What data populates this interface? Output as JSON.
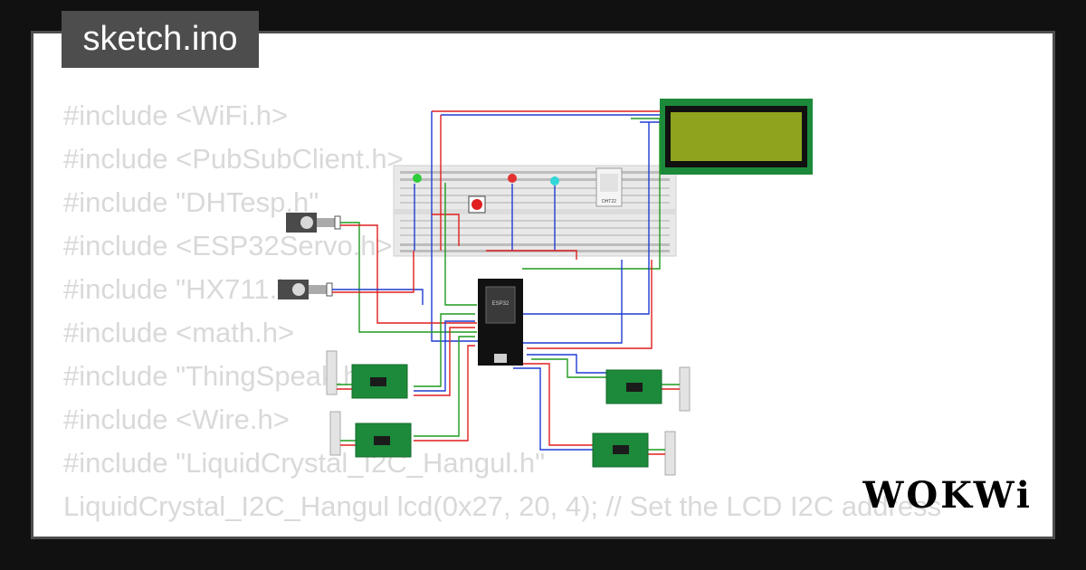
{
  "file_tab": {
    "label": "sketch.ino"
  },
  "code_lines": [
    "#include <WiFi.h>",
    "#include <PubSubClient.h>",
    "#include \"DHTesp.h\"",
    "#include <ESP32Servo.h>",
    "#include \"HX711.h\"",
    "#include <math.h>",
    "#include \"ThingSpeak.h\"",
    "#include <Wire.h>",
    "#include \"LiquidCrystal_I2C_Hangul.h\"",
    "",
    "LiquidCrystal_I2C_Hangul lcd(0x27, 20, 4); // Set the LCD I2C address"
  ],
  "circuit": {
    "mcu_label": "ESP32",
    "sensor_label": "DHT22",
    "colors": {
      "wire_red": "#e01e1e",
      "wire_blue": "#1e3cd2",
      "wire_green": "#1e9a1e",
      "board_green": "#1c8a3a",
      "lcd_screen": "#8fa31f"
    }
  },
  "brand": {
    "logo_text": "WOKWi"
  },
  "colors": {
    "frame": "#4d4d4d",
    "code_text": "#d9d9d9",
    "background": "#111111"
  }
}
